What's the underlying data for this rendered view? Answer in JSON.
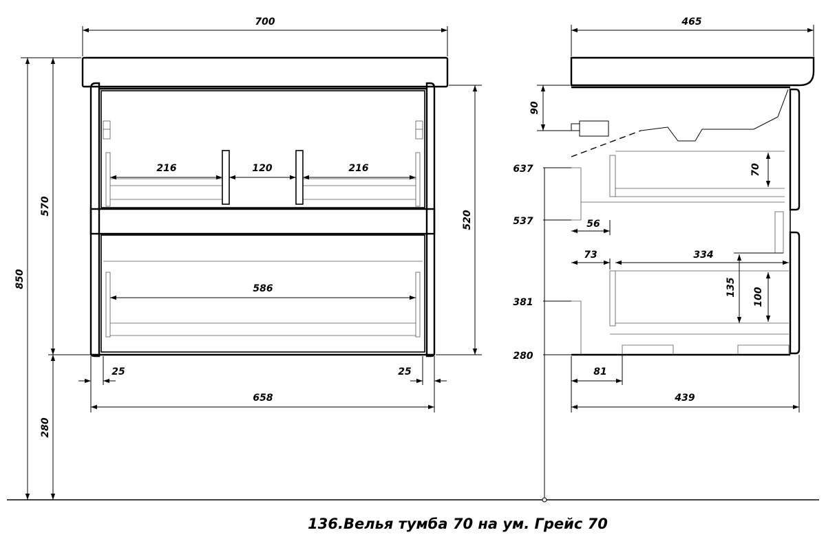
{
  "front_view": {
    "overall_width": "700",
    "inner_width": "658",
    "height_total": "850",
    "height_body": "570",
    "height_inner": "520",
    "height_floor": "280",
    "top_drawer_left_width": "216",
    "top_drawer_gap": "120",
    "top_drawer_right_width": "216",
    "bottom_drawer_width": "586",
    "left_offset": "25",
    "right_offset": "25"
  },
  "side_view": {
    "overall_depth": "465",
    "inner_depth": "439",
    "top_offset": "90",
    "level_637": "637",
    "level_537": "537",
    "level_381": "381",
    "level_280": "280",
    "depth_56": "56",
    "depth_73": "73",
    "depth_334": "334",
    "depth_81": "81",
    "height_70": "70",
    "height_135": "135",
    "height_100": "100"
  },
  "caption": "136.Велья тумба 70 на ум. Грейс 70"
}
